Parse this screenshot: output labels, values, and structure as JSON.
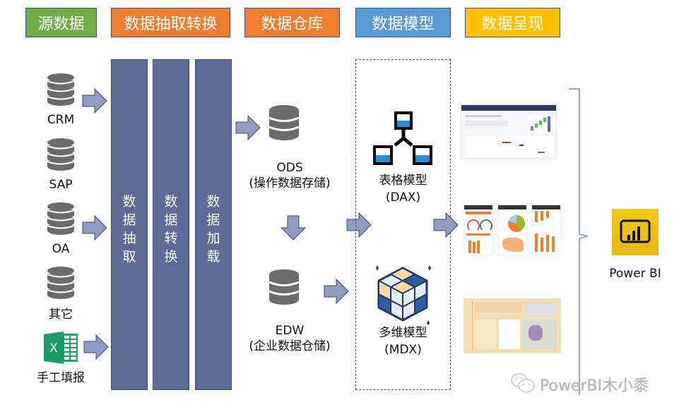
{
  "stages": [
    {
      "label": "源数据",
      "color": "#70ad47"
    },
    {
      "label": "数据抽取转换",
      "color": "#ed7d31"
    },
    {
      "label": "数据仓库",
      "color": "#ed7d31"
    },
    {
      "label": "数据模型",
      "color": "#5b9bd5"
    },
    {
      "label": "数据呈现",
      "color": "#ffc000"
    }
  ],
  "sources": [
    {
      "label": "CRM",
      "icon": "database-icon"
    },
    {
      "label": "SAP",
      "icon": "database-icon"
    },
    {
      "label": "OA",
      "icon": "database-icon"
    },
    {
      "label": "其它",
      "icon": "database-icon"
    },
    {
      "label": "手工填报",
      "icon": "excel-icon"
    }
  ],
  "etl_columns": [
    {
      "chars": [
        "数",
        "据",
        "抽",
        "取"
      ]
    },
    {
      "chars": [
        "数",
        "据",
        "转",
        "换"
      ]
    },
    {
      "chars": [
        "数",
        "据",
        "加",
        "载"
      ]
    }
  ],
  "warehouse": {
    "ods": {
      "name": "ODS",
      "desc": "(操作数据存储)"
    },
    "edw": {
      "name": "EDW",
      "desc": "(企业数据仓储)"
    }
  },
  "models": {
    "tabular": {
      "name": "表格模型",
      "lang": "(DAX)"
    },
    "multidim": {
      "name": "多维模型",
      "lang": "(MDX)"
    }
  },
  "presentation": {
    "thumbnails": [
      "report-thumbnail-dashboard",
      "report-thumbnail-mobile",
      "report-thumbnail-asthma"
    ],
    "tool": "Power BI"
  },
  "watermark": "PowerBI木小黍",
  "colors": {
    "column": "#5d6b97",
    "arrow": "#8f9bc0",
    "arrow_border": "#3b4a78",
    "db": "#6b6b6b",
    "powerbi": "#f2c811",
    "bracket": "#8eaadb"
  }
}
